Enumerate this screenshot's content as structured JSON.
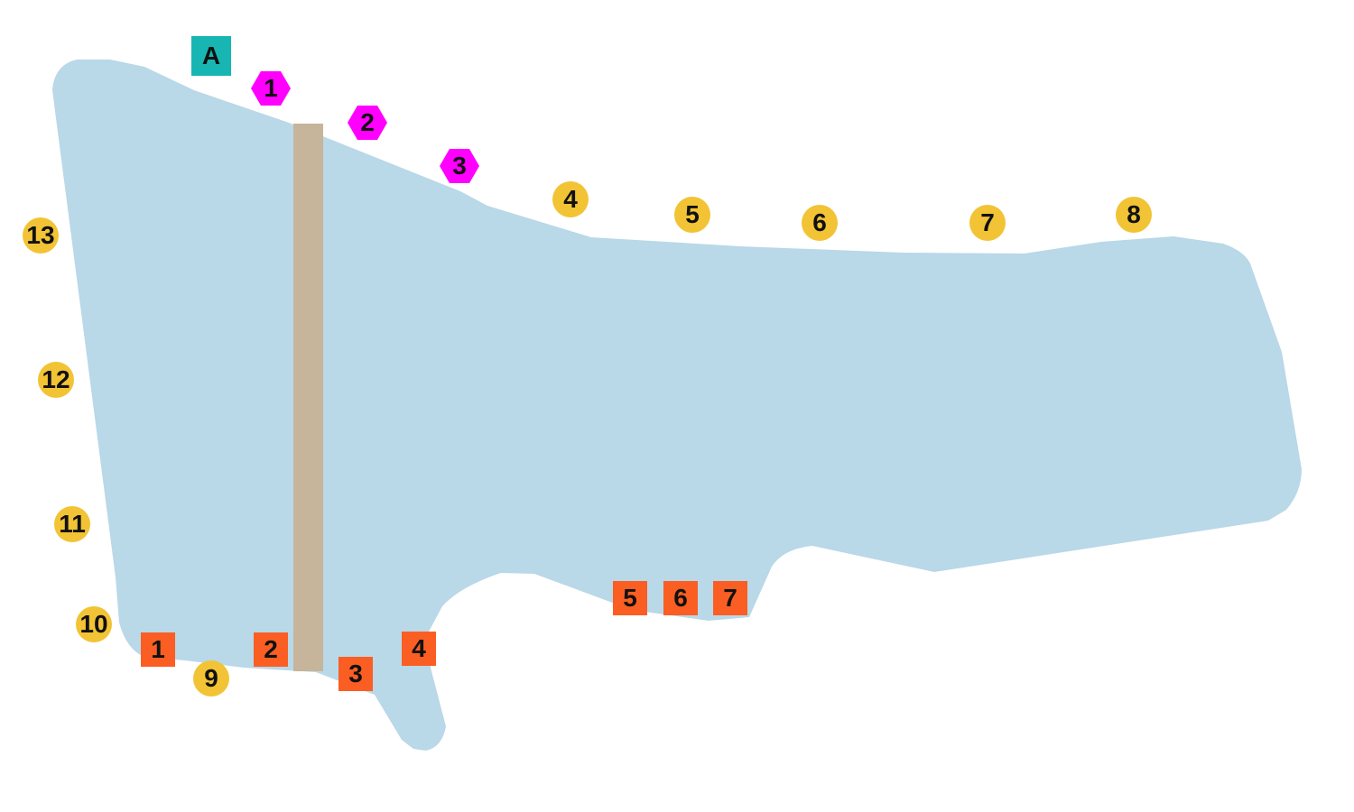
{
  "colors": {
    "water": "#b9d8e8",
    "bridge": "#c6b49b",
    "circle_marker": "#f2c335",
    "square_marker": "#fb5e22",
    "hex_marker": "#ff00ff",
    "label_marker": "#17b6b2"
  },
  "label_marker": {
    "text": "A",
    "icon": "square-label-icon"
  },
  "hex_markers": [
    "1",
    "2",
    "3"
  ],
  "circle_markers": [
    "4",
    "5",
    "6",
    "7",
    "8",
    "9",
    "10",
    "11",
    "12",
    "13"
  ],
  "square_markers": [
    "1",
    "2",
    "3",
    "4",
    "5",
    "6",
    "7"
  ]
}
